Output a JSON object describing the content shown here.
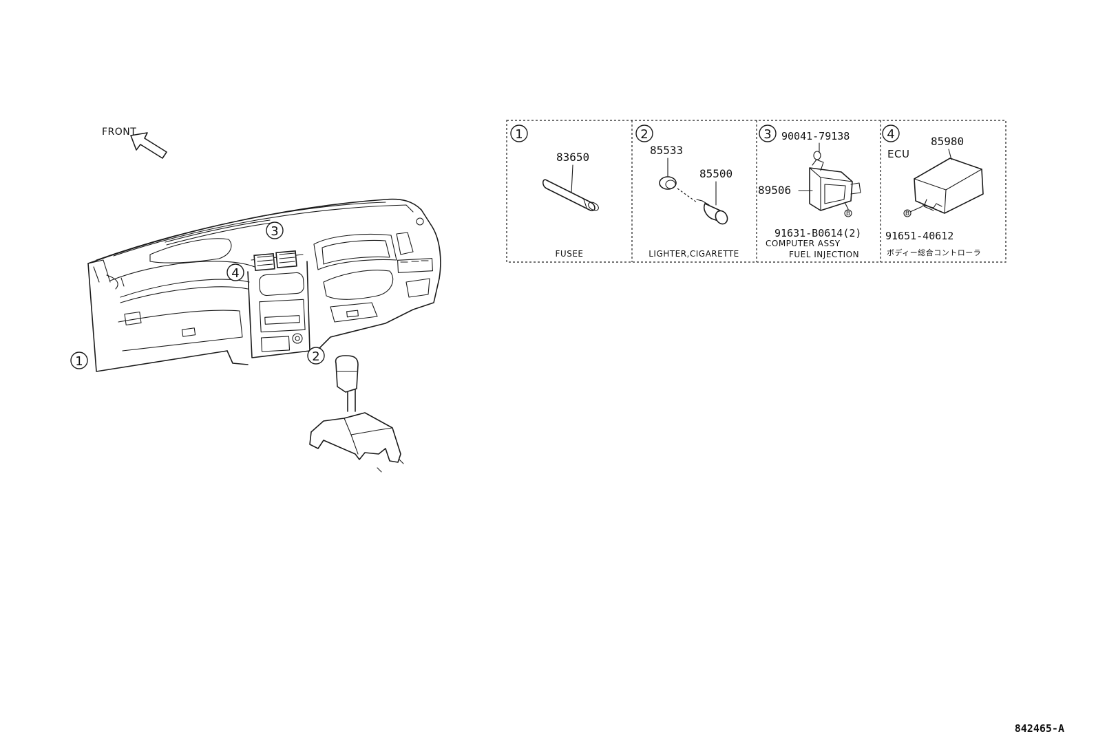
{
  "front_label": "FRONT",
  "main_callouts": [
    "1",
    "2",
    "3",
    "4"
  ],
  "panels": [
    {
      "num": "1",
      "parts": [
        "83650"
      ],
      "caption": [
        "FUSEE"
      ]
    },
    {
      "num": "2",
      "parts": [
        "85533",
        "85500"
      ],
      "caption": [
        "LIGHTER,CIGARETTE"
      ]
    },
    {
      "num": "3",
      "parts": [
        "90041-79138",
        "89506",
        "91631-B0614(2)"
      ],
      "caption": [
        "COMPUTER ASSY",
        "FUEL INJECTION"
      ]
    },
    {
      "num": "4",
      "parts": [
        "85980",
        "91651-40612"
      ],
      "sub_label": "ECU",
      "caption": [
        "ボディー総合コントローラ"
      ]
    }
  ],
  "bolt_marker": "B",
  "diagram_code": "842465-A"
}
